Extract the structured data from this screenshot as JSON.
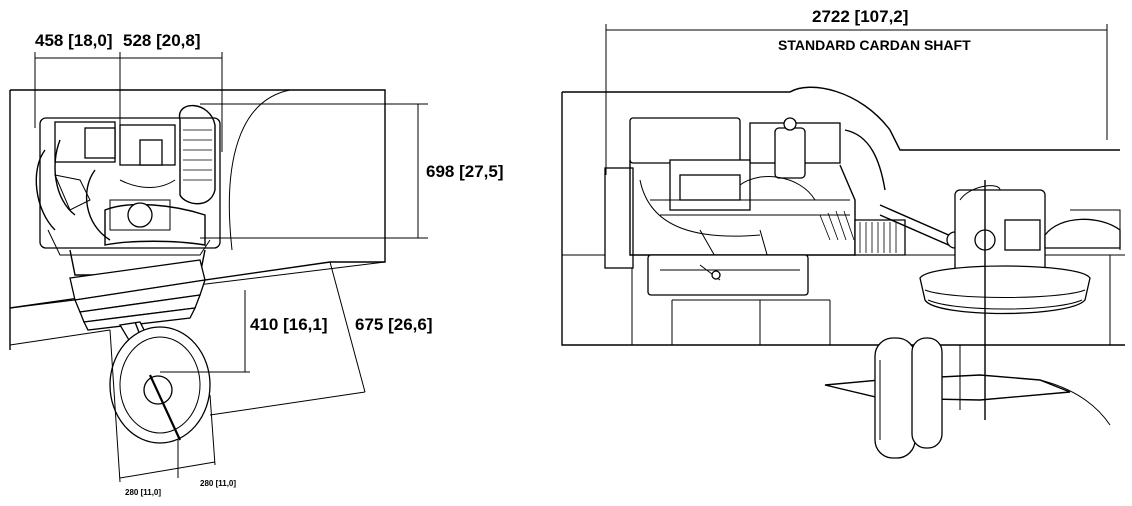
{
  "left_view": {
    "dim_top_left": "458 [18,0]",
    "dim_top_right": "528 [20,8]",
    "dim_height": "698 [27,5]",
    "dim_drive_inner": "410 [16,1]",
    "dim_drive_outer": "675 [26,6]",
    "dim_prop_left": "280 [11,0]",
    "dim_prop_right": "280 [11,0]"
  },
  "right_view": {
    "dim_length": "2722 [107,2]",
    "shaft_label": "STANDARD CARDAN SHAFT"
  }
}
